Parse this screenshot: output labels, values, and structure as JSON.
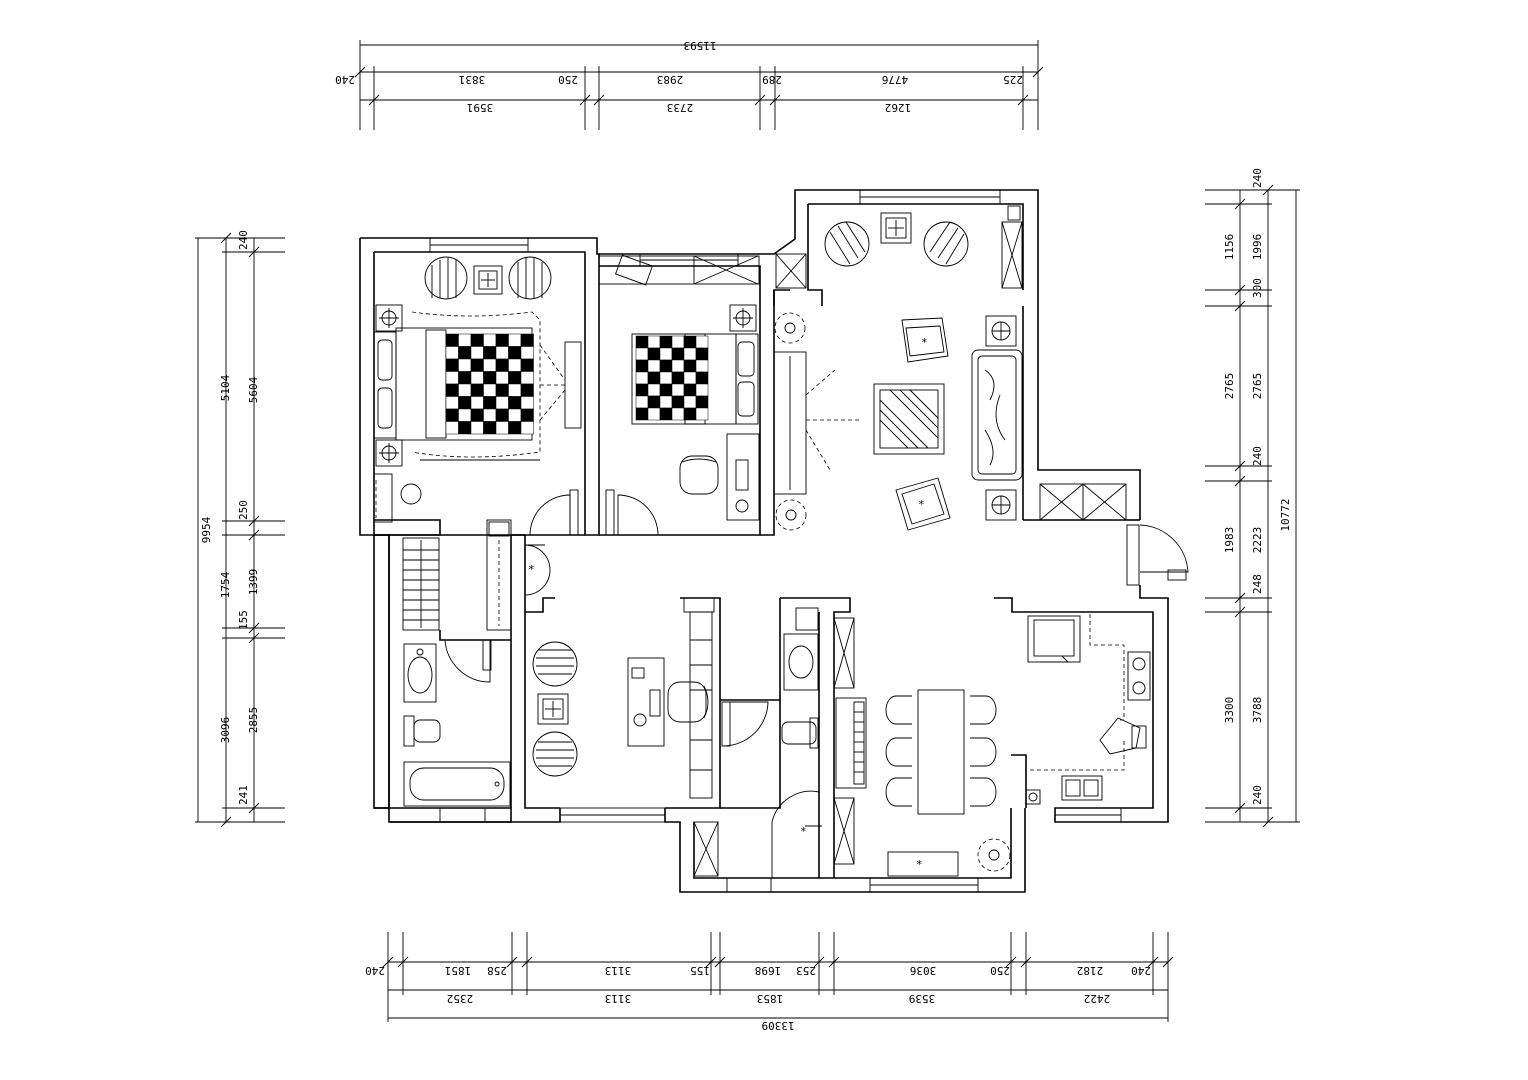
{
  "dimensions": {
    "top": {
      "overall": "11593",
      "row1": [
        "240",
        "3831",
        "250",
        "2983",
        "289",
        "4776",
        "225"
      ],
      "row2": [
        "3591",
        "2733",
        "1262"
      ]
    },
    "bottom": {
      "row1": [
        "240",
        "1851",
        "258",
        "3113",
        "155",
        "1698",
        "253",
        "3036",
        "250",
        "2182",
        "240"
      ],
      "row2": [
        "2352",
        "3113",
        "1853",
        "3539",
        "2422"
      ],
      "overall": "13309"
    },
    "left": {
      "overall": "9954",
      "outer": [
        "240",
        "5104",
        "250",
        "1754",
        "155",
        "3096",
        "241"
      ],
      "inner": [
        "5604",
        "1399",
        "2855"
      ]
    },
    "right": {
      "overall": "10772",
      "inner": [
        "240",
        "1156",
        "300",
        "2765",
        "240",
        "1983",
        "248",
        "3300",
        "240"
      ],
      "outer": [
        "1996",
        "2765",
        "2223",
        "3788"
      ]
    }
  }
}
